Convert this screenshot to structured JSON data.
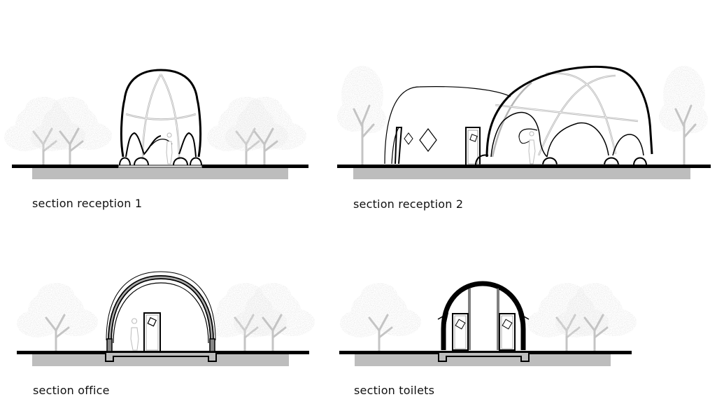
{
  "sections": [
    {
      "id": "reception-1",
      "label": "section reception 1"
    },
    {
      "id": "reception-2",
      "label": "section reception 2"
    },
    {
      "id": "office",
      "label": "section office"
    },
    {
      "id": "toilets",
      "label": "section toilets"
    }
  ],
  "colors": {
    "ground_line": "#000000",
    "foundation_fill": "#bdbdbd",
    "tree_fill": "#cfcfcf",
    "structure_line": "#000000",
    "frame_line": "#b5b5b5",
    "label_text": "#111111",
    "background": "#ffffff"
  }
}
